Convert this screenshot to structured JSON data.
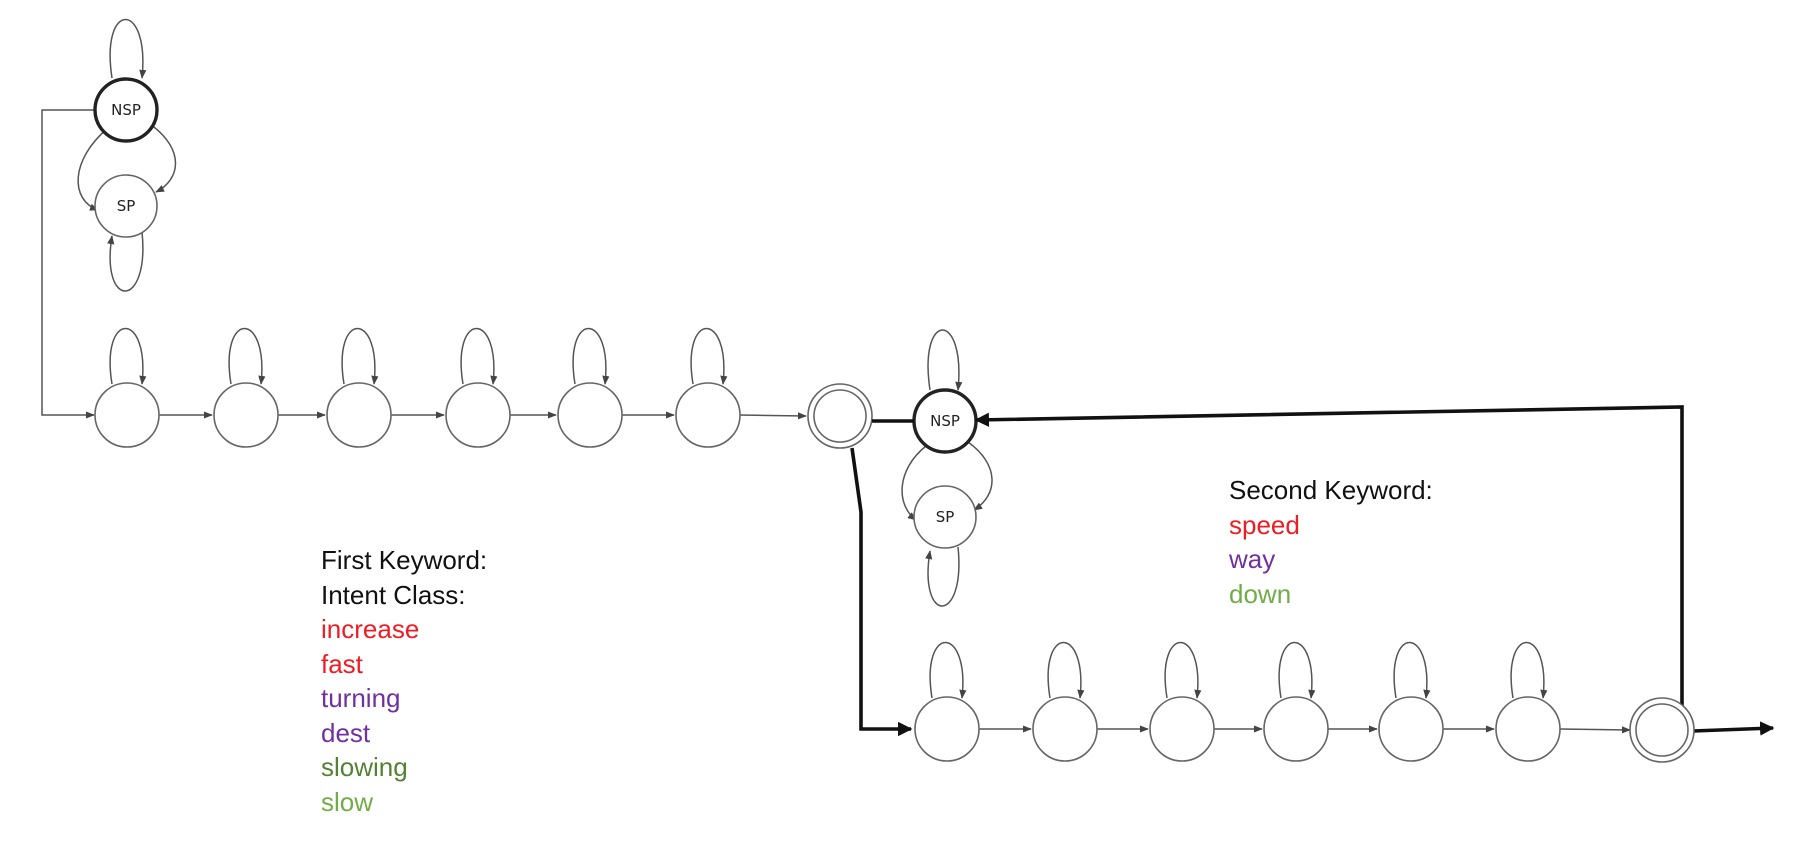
{
  "nodes": {
    "top_upper_label": "NSP",
    "top_lower_label": "SP",
    "mid_upper_label": "NSP",
    "mid_lower_label": "SP"
  },
  "first_keyword": {
    "heading": "First Keyword:",
    "subheading": "Intent Class:",
    "words": [
      {
        "text": "increase",
        "color": "#ee1c24"
      },
      {
        "text": "fast",
        "color": "#ee1c24"
      },
      {
        "text": "turning",
        "color": "#7030a0"
      },
      {
        "text": "dest",
        "color": "#7030a0"
      },
      {
        "text": "slowing",
        "color": "#548235"
      },
      {
        "text": "slow",
        "color": "#70ad47"
      }
    ]
  },
  "second_keyword": {
    "heading": "Second Keyword:",
    "words": [
      {
        "text": "speed",
        "color": "#ee1c24"
      },
      {
        "text": "way",
        "color": "#7030a0"
      },
      {
        "text": "down",
        "color": "#70ad47"
      }
    ]
  }
}
